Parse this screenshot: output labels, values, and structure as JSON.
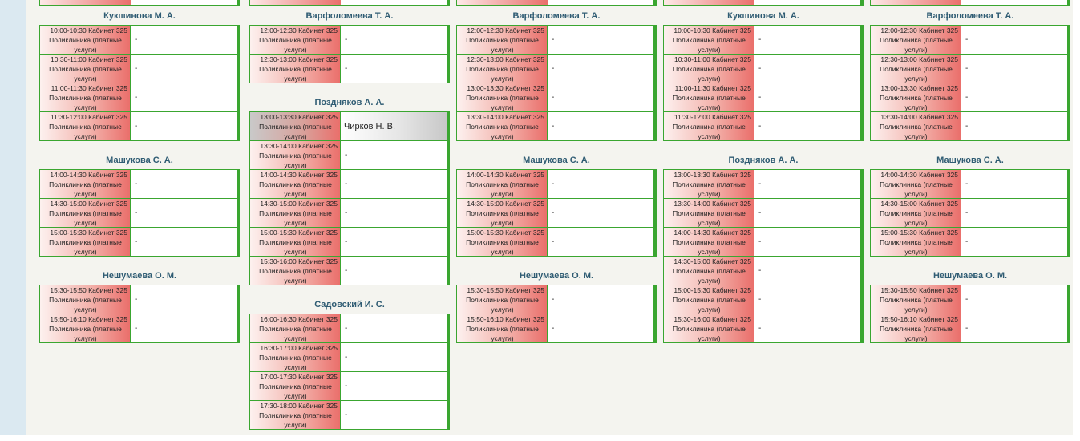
{
  "clinic_label": "Поликлиника (платные услуги)",
  "columns": [
    {
      "groups": [
        {
          "doctor": "Кукшинова М. А.",
          "slots": [
            {
              "time": "10:00-10:30 Кабинет 325",
              "info": "-"
            },
            {
              "time": "10:30-11:00 Кабинет 325",
              "info": "-"
            },
            {
              "time": "11:00-11:30 Кабинет 325",
              "info": "-"
            },
            {
              "time": "11:30-12:00 Кабинет 325",
              "info": "-"
            }
          ]
        },
        {
          "doctor": "Машукова С. А.",
          "slots": [
            {
              "time": "14:00-14:30 Кабинет 325",
              "info": "-"
            },
            {
              "time": "14:30-15:00 Кабинет 325",
              "info": "-"
            },
            {
              "time": "15:00-15:30 Кабинет 325",
              "info": "-"
            }
          ]
        },
        {
          "doctor": "Нешумаева О. М.",
          "slots": [
            {
              "time": "15:30-15:50 Кабинет 325",
              "info": "-"
            },
            {
              "time": "15:50-16:10 Кабинет 325",
              "info": "-"
            }
          ]
        }
      ]
    },
    {
      "groups": [
        {
          "doctor": "Варфоломеева Т. А.",
          "slots": [
            {
              "time": "12:00-12:30 Кабинет 325",
              "info": "-"
            },
            {
              "time": "12:30-13:00 Кабинет 325",
              "info": "-"
            }
          ]
        },
        {
          "doctor": "Поздняков А. А.",
          "slots": [
            {
              "time": "13:00-13:30 Кабинет 325",
              "info": "Чирков Н. В.",
              "booked": true
            },
            {
              "time": "13:30-14:00 Кабинет 325",
              "info": "-"
            },
            {
              "time": "14:00-14:30 Кабинет 325",
              "info": "-"
            },
            {
              "time": "14:30-15:00 Кабинет 325",
              "info": "-"
            },
            {
              "time": "15:00-15:30 Кабинет 325",
              "info": "-"
            },
            {
              "time": "15:30-16:00 Кабинет 325",
              "info": "-"
            }
          ]
        },
        {
          "doctor": "Садовский И. С.",
          "slots": [
            {
              "time": "16:00-16:30 Кабинет 325",
              "info": "-"
            },
            {
              "time": "16:30-17:00 Кабинет 325",
              "info": "-"
            },
            {
              "time": "17:00-17:30 Кабинет 325",
              "info": "-"
            },
            {
              "time": "17:30-18:00 Кабинет 325",
              "info": "-"
            }
          ]
        }
      ]
    },
    {
      "groups": [
        {
          "doctor": "Варфоломеева Т. А.",
          "slots": [
            {
              "time": "12:00-12:30 Кабинет 325",
              "info": "-"
            },
            {
              "time": "12:30-13:00 Кабинет 325",
              "info": "-"
            },
            {
              "time": "13:00-13:30 Кабинет 325",
              "info": "-"
            },
            {
              "time": "13:30-14:00 Кабинет 325",
              "info": "-"
            }
          ]
        },
        {
          "doctor": "Машукова С. А.",
          "slots": [
            {
              "time": "14:00-14:30 Кабинет 325",
              "info": "-"
            },
            {
              "time": "14:30-15:00 Кабинет 325",
              "info": "-"
            },
            {
              "time": "15:00-15:30 Кабинет 325",
              "info": "-"
            }
          ]
        },
        {
          "doctor": "Нешумаева О. М.",
          "slots": [
            {
              "time": "15:30-15:50 Кабинет 325",
              "info": "-"
            },
            {
              "time": "15:50-16:10 Кабинет 325",
              "info": "-"
            }
          ]
        }
      ]
    },
    {
      "groups": [
        {
          "doctor": "Кукшинова М. А.",
          "slots": [
            {
              "time": "10:00-10:30 Кабинет 325",
              "info": "-"
            },
            {
              "time": "10:30-11:00 Кабинет 325",
              "info": "-"
            },
            {
              "time": "11:00-11:30 Кабинет 325",
              "info": "-"
            },
            {
              "time": "11:30-12:00 Кабинет 325",
              "info": "-"
            }
          ]
        },
        {
          "doctor": "Поздняков А. А.",
          "slots": [
            {
              "time": "13:00-13:30 Кабинет 325",
              "info": "-"
            },
            {
              "time": "13:30-14:00 Кабинет 325",
              "info": "-"
            },
            {
              "time": "14:00-14:30 Кабинет 325",
              "info": "-"
            },
            {
              "time": "14:30-15:00 Кабинет 325",
              "info": "-"
            },
            {
              "time": "15:00-15:30 Кабинет 325",
              "info": "-"
            },
            {
              "time": "15:30-16:00 Кабинет 325",
              "info": "-"
            }
          ]
        }
      ]
    },
    {
      "groups": [
        {
          "doctor": "Варфоломеева Т. А.",
          "slots": [
            {
              "time": "12:00-12:30 Кабинет 325",
              "info": "-"
            },
            {
              "time": "12:30-13:00 Кабинет 325",
              "info": "-"
            },
            {
              "time": "13:00-13:30 Кабинет 325",
              "info": "-"
            },
            {
              "time": "13:30-14:00 Кабинет 325",
              "info": "-"
            }
          ]
        },
        {
          "doctor": "Машукова С. А.",
          "slots": [
            {
              "time": "14:00-14:30 Кабинет 325",
              "info": "-"
            },
            {
              "time": "14:30-15:00 Кабинет 325",
              "info": "-"
            },
            {
              "time": "15:00-15:30 Кабинет 325",
              "info": "-"
            }
          ]
        },
        {
          "doctor": "Нешумаева О. М.",
          "slots": [
            {
              "time": "15:30-15:50 Кабинет 325",
              "info": "-"
            },
            {
              "time": "15:50-16:10 Кабинет 325",
              "info": "-"
            }
          ]
        }
      ]
    }
  ]
}
